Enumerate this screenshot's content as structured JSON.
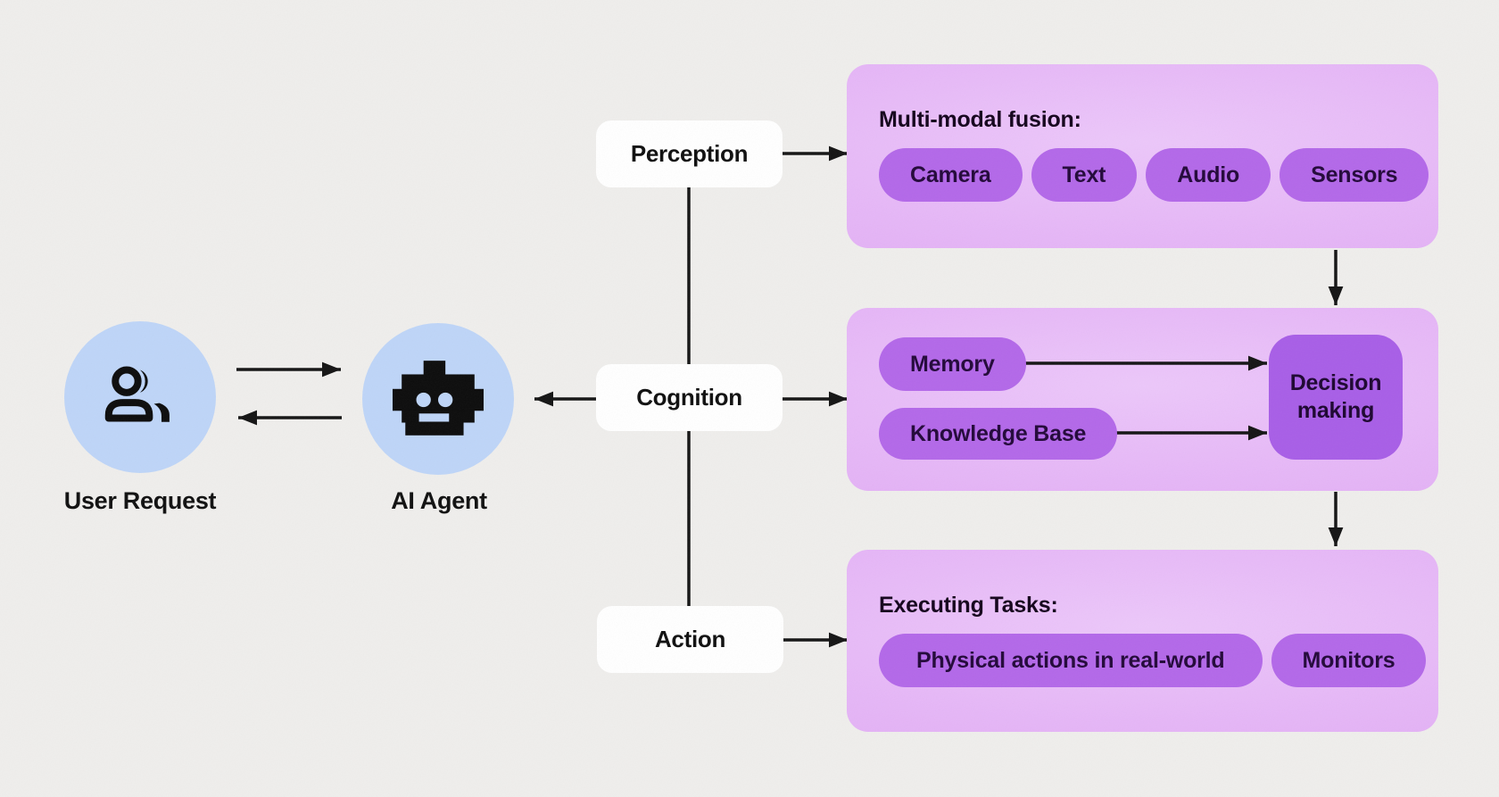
{
  "diagram": {
    "user": {
      "label": "User Request"
    },
    "agent": {
      "label": "AI Agent"
    },
    "stages": {
      "perception": "Perception",
      "cognition": "Cognition",
      "action": "Action"
    },
    "perception_panel": {
      "title": "Multi-modal fusion:",
      "chips": [
        "Camera",
        "Text",
        "Audio",
        "Sensors"
      ]
    },
    "cognition_panel": {
      "chips": [
        "Memory",
        "Knowledge Base"
      ],
      "decision": "Decision making"
    },
    "action_panel": {
      "title": "Executing Tasks:",
      "chips": [
        "Physical actions in real-world",
        "Monitors"
      ]
    },
    "icons": {
      "user": "user-group-icon",
      "agent": "robot-icon"
    }
  },
  "colors": {
    "background": "#efeeec",
    "panel_purple": "#e6b7f7",
    "chip_purple": "#b368e9",
    "decision_purple": "#a85ee7",
    "circle_blue": "#bed5f8",
    "node_white": "#ffffff",
    "line_black": "#141414",
    "chip_text": "#23083a"
  }
}
